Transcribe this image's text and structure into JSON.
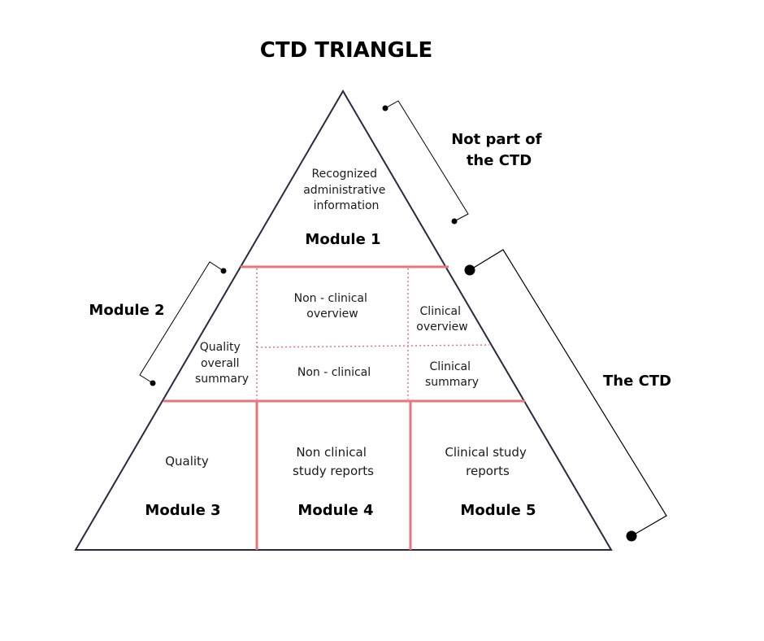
{
  "title": "CTD TRIANGLE",
  "colors": {
    "outline": "#2b2940",
    "divider": "#e8757b",
    "text": "#111111",
    "bracket": "#000000"
  },
  "module1": {
    "lines": [
      "Recognized",
      "administrative",
      "information"
    ],
    "name": "Module 1"
  },
  "module2": {
    "name": "Module 2",
    "quality_summary": [
      "Quality",
      "overall",
      "summary"
    ],
    "nonclinical_overview": [
      "Non - clinical",
      "overview"
    ],
    "nonclinical": "Non - clinical",
    "clinical_overview": [
      "Clinical",
      "overview"
    ],
    "clinical_summary": [
      "Clinical",
      "summary"
    ]
  },
  "module3": {
    "lines": [
      "Quality"
    ],
    "name": "Module 3"
  },
  "module4": {
    "lines": [
      "Non clinical",
      "study reports"
    ],
    "name": "Module 4"
  },
  "module5": {
    "lines": [
      "Clinical study",
      "reports"
    ],
    "name": "Module 5"
  },
  "annotations": {
    "not_part": [
      "Not part of",
      "the CTD"
    ],
    "the_ctd": "The CTD"
  }
}
